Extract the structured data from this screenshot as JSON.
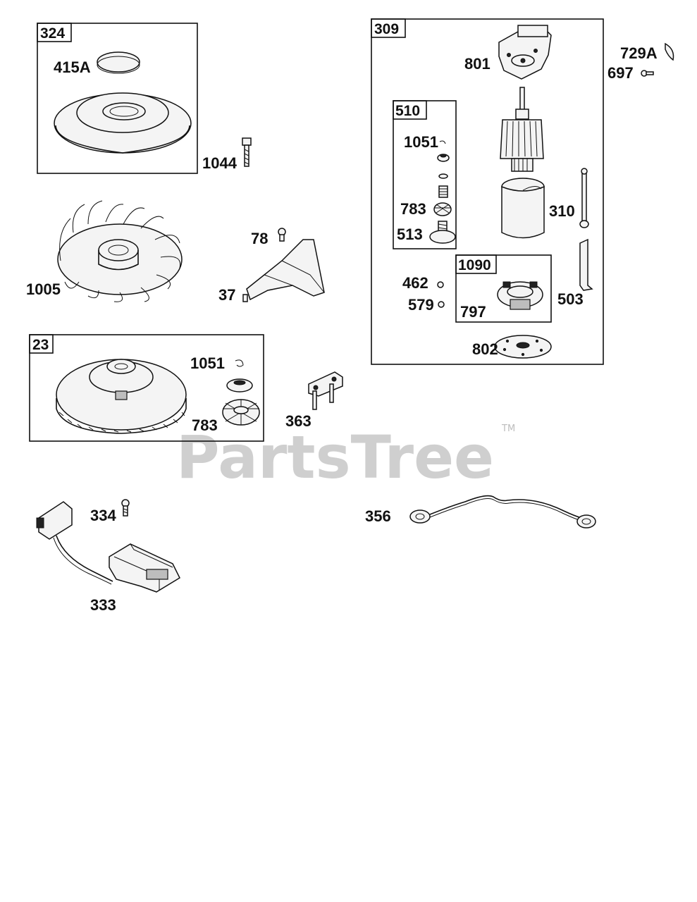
{
  "watermark": {
    "text": "PartsTree",
    "tm": "TM"
  },
  "boxes": {
    "b324": "324",
    "b309": "309",
    "b510": "510",
    "b1090": "1090",
    "b23": "23"
  },
  "parts": {
    "p415A": "415A",
    "p1044": "1044",
    "p801": "801",
    "p729A": "729A",
    "p697": "697",
    "p1051a": "1051",
    "p783a": "783",
    "p513": "513",
    "p310": "310",
    "p462": "462",
    "p579": "579",
    "p797": "797",
    "p503": "503",
    "p802": "802",
    "p78": "78",
    "p1005": "1005",
    "p37": "37",
    "p1051b": "1051",
    "p783b": "783",
    "p363": "363",
    "p334": "334",
    "p333": "333",
    "p356": "356"
  }
}
